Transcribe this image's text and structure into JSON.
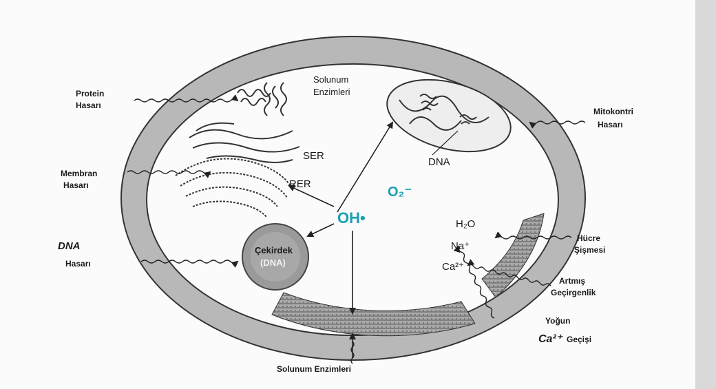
{
  "labels": {
    "protein_damage": [
      "Protein",
      "Hasarı"
    ],
    "resp_enzymes_top": [
      "Solunum",
      "Enzimleri"
    ],
    "mito_damage": [
      "Mitokontri",
      "Hasarı"
    ],
    "ser": "SER",
    "rer": "RER",
    "dna_mito": "DNA",
    "membrane_damage": [
      "Membran",
      "Hasarı"
    ],
    "superoxide": "O₂⁻",
    "hydroxyl": "OH•",
    "dna_damage": [
      "DNA",
      "Hasarı"
    ],
    "nucleus": [
      "Çekirdek",
      "(DNA)"
    ],
    "water": "H₂O",
    "sodium": "Na⁺",
    "calcium_in": "Ca²⁺",
    "cell_swelling": [
      "Hücre",
      "Şişmesi"
    ],
    "permeability": [
      "Artmış",
      "Geçirgenlik"
    ],
    "calcium_influx": [
      "Yoğun",
      "Ca²⁺",
      "Geçişi"
    ],
    "resp_enzymes_bottom": "Solunum Enzimleri"
  },
  "colors": {
    "radical_color": "#1a9fb3",
    "membrane_fill": "#b8b8b8",
    "nucleus_fill": "#9a9a9a"
  }
}
